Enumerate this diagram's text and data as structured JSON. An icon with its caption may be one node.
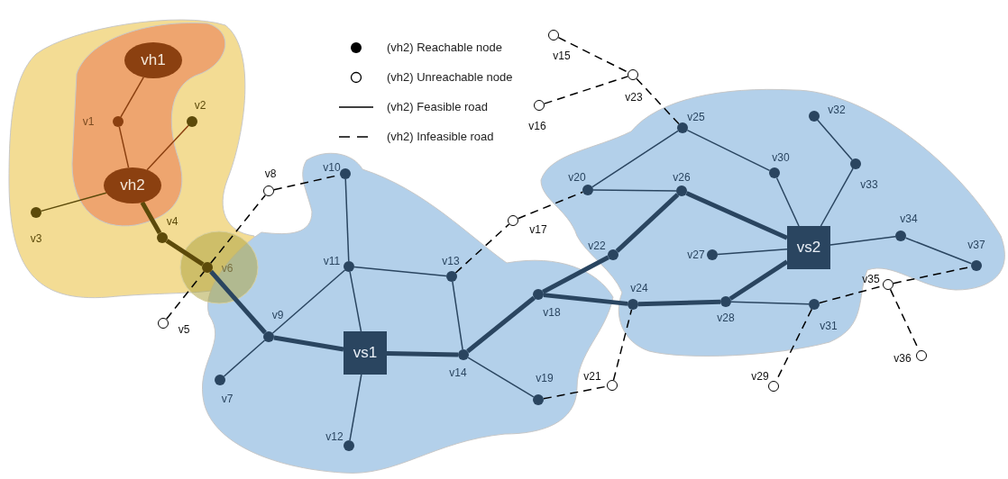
{
  "diagram": {
    "nodes": [
      {
        "text": [
          "vh1"
        ]
      },
      {
        "text": [],
        "shape": "dot",
        "beside": [
          "v1"
        ]
      },
      {
        "text": [],
        "shape": "dot",
        "beside": [
          "v2"
        ]
      },
      {
        "text": [
          "vh2"
        ]
      },
      {
        "text": [],
        "shape": "dot",
        "beside": [
          "v3"
        ]
      },
      {
        "text": [],
        "shape": "dot",
        "beside": [
          "v4"
        ]
      },
      {
        "text": [],
        "shape": "dot",
        "beside": [
          "v6"
        ]
      },
      {
        "text": [],
        "shape": "circle",
        "beside": [
          "v5"
        ]
      },
      {
        "text": [],
        "shape": "circle",
        "beside": [
          "v8"
        ]
      },
      {
        "text": [],
        "shape": "dot",
        "beside": [
          "v10"
        ]
      },
      {
        "text": [],
        "shape": "dot",
        "beside": [
          "v11"
        ]
      },
      {
        "text": [],
        "shape": "dot",
        "beside": [
          "v9"
        ]
      },
      {
        "text": [
          "vs1"
        ]
      },
      {
        "text": [],
        "shape": "dot",
        "beside": [
          "v7"
        ]
      },
      {
        "text": [],
        "shape": "dot",
        "beside": [
          "v12"
        ]
      },
      {
        "text": [],
        "shape": "dot",
        "beside": [
          "v13"
        ]
      },
      {
        "text": [],
        "shape": "dot",
        "beside": [
          "v14"
        ]
      },
      {
        "text": [],
        "shape": "circle",
        "beside": [
          "v17"
        ]
      },
      {
        "text": [],
        "shape": "dot",
        "beside": [
          "v19"
        ]
      },
      {
        "text": [],
        "shape": "circle",
        "beside": [
          "v21"
        ]
      },
      {
        "text": [],
        "shape": "circle",
        "beside": [
          "v15"
        ]
      },
      {
        "text": [],
        "shape": "circle",
        "beside": [
          "v23"
        ]
      },
      {
        "text": [],
        "shape": "circle",
        "beside": [
          "v16"
        ]
      },
      {
        "text": [],
        "shape": "dot",
        "beside": [
          "v25"
        ]
      },
      {
        "text": [],
        "shape": "dot",
        "beside": [
          "v20"
        ]
      },
      {
        "text": [],
        "shape": "dot",
        "beside": [
          "v26"
        ]
      },
      {
        "text": [],
        "shape": "dot",
        "beside": [
          "v22"
        ]
      },
      {
        "text": [],
        "shape": "dot",
        "beside": [
          "v18"
        ]
      },
      {
        "text": [],
        "shape": "dot",
        "beside": [
          "v24"
        ]
      },
      {
        "text": [],
        "shape": "dot",
        "beside": [
          "v28"
        ]
      },
      {
        "text": [],
        "shape": "dot",
        "beside": [
          "v27"
        ]
      },
      {
        "text": [
          "vs2"
        ]
      },
      {
        "text": [],
        "shape": "dot",
        "beside": [
          "v30"
        ]
      },
      {
        "text": [],
        "shape": "dot",
        "beside": [
          "v32"
        ]
      },
      {
        "text": [],
        "shape": "dot",
        "beside": [
          "v33"
        ]
      },
      {
        "text": [],
        "shape": "dot",
        "beside": [
          "v34"
        ]
      },
      {
        "text": [],
        "shape": "dot",
        "beside": [
          "v37"
        ]
      },
      {
        "text": [],
        "shape": "circle",
        "beside": [
          "v35"
        ]
      },
      {
        "text": [],
        "shape": "dot",
        "beside": [
          "v31"
        ]
      },
      {
        "text": [],
        "shape": "circle",
        "beside": [
          "v29"
        ]
      },
      {
        "text": [],
        "shape": "circle",
        "beside": [
          "v36"
        ]
      }
    ],
    "edges": [
      {
        "from": 0,
        "to": 1,
        "arrow": "none",
        "color": "#8b4010"
      },
      {
        "from": 1,
        "to": 3,
        "arrow": "none",
        "color": "#8b4010"
      },
      {
        "from": 3,
        "to": 2,
        "arrow": "none",
        "color": "#8b4010"
      },
      {
        "from": 3,
        "to": 4,
        "arrow": "none",
        "color": "#5c4a0a"
      },
      {
        "from": 3,
        "to": 5,
        "arrow": "none",
        "style": "thick",
        "color": "#5c4a0a"
      },
      {
        "from": 5,
        "to": 6,
        "arrow": "none",
        "style": "thick",
        "color": "#5c4a0a"
      },
      {
        "from": 6,
        "to": 11,
        "arrow": "none",
        "style": "thick"
      },
      {
        "from": 7,
        "to": 6,
        "arrow": "none",
        "style": "dashed",
        "color": "#000000"
      },
      {
        "from": 6,
        "to": 8,
        "arrow": "none",
        "style": "dashed",
        "color": "#000000"
      },
      {
        "from": 8,
        "to": 9,
        "arrow": "none",
        "style": "dashed",
        "color": "#000000"
      },
      {
        "from": 9,
        "to": 10,
        "arrow": "none"
      },
      {
        "from": 10,
        "to": 11,
        "arrow": "none"
      },
      {
        "from": 10,
        "to": 12,
        "arrow": "none"
      },
      {
        "from": 10,
        "to": 15,
        "arrow": "none"
      },
      {
        "from": 11,
        "to": 12,
        "arrow": "none",
        "style": "thick"
      },
      {
        "from": 11,
        "to": 13,
        "arrow": "none"
      },
      {
        "from": 12,
        "to": 14,
        "arrow": "none"
      },
      {
        "from": 12,
        "to": 16,
        "arrow": "none",
        "style": "thick"
      },
      {
        "from": 15,
        "to": 16,
        "arrow": "none"
      },
      {
        "from": 15,
        "to": 17,
        "arrow": "none",
        "style": "dashed",
        "color": "#000000"
      },
      {
        "from": 17,
        "to": 24,
        "arrow": "none",
        "style": "dashed",
        "color": "#000000"
      },
      {
        "from": 16,
        "to": 27,
        "arrow": "none",
        "style": "thick"
      },
      {
        "from": 16,
        "to": 18,
        "arrow": "none"
      },
      {
        "from": 18,
        "to": 19,
        "arrow": "none",
        "style": "dashed",
        "color": "#000000"
      },
      {
        "from": 19,
        "to": 28,
        "arrow": "none",
        "style": "dashed",
        "color": "#000000"
      },
      {
        "from": 20,
        "to": 21,
        "arrow": "none",
        "style": "dashed",
        "color": "#000000"
      },
      {
        "from": 22,
        "to": 21,
        "arrow": "none",
        "style": "dashed",
        "color": "#000000"
      },
      {
        "from": 21,
        "to": 23,
        "arrow": "none",
        "style": "dashed",
        "color": "#000000"
      },
      {
        "from": 23,
        "to": 24,
        "arrow": "none"
      },
      {
        "from": 23,
        "to": 32,
        "arrow": "none"
      },
      {
        "from": 24,
        "to": 25,
        "arrow": "none"
      },
      {
        "from": 27,
        "to": 26,
        "arrow": "none",
        "style": "thick"
      },
      {
        "from": 26,
        "to": 25,
        "arrow": "none",
        "style": "thick"
      },
      {
        "from": 25,
        "to": 31,
        "arrow": "none",
        "style": "thick"
      },
      {
        "from": 27,
        "to": 28,
        "arrow": "none",
        "style": "thick"
      },
      {
        "from": 28,
        "to": 29,
        "arrow": "none",
        "style": "thick"
      },
      {
        "from": 29,
        "to": 31,
        "arrow": "none",
        "style": "thick"
      },
      {
        "from": 29,
        "to": 38,
        "arrow": "none"
      },
      {
        "from": 30,
        "to": 31,
        "arrow": "none"
      },
      {
        "from": 32,
        "to": 31,
        "arrow": "none"
      },
      {
        "from": 33,
        "to": 34,
        "arrow": "none"
      },
      {
        "from": 34,
        "to": 31,
        "arrow": "none"
      },
      {
        "from": 31,
        "to": 35,
        "arrow": "none"
      },
      {
        "from": 35,
        "to": 36,
        "arrow": "none"
      },
      {
        "from": 38,
        "to": 37,
        "arrow": "none",
        "style": "dashed",
        "color": "#000000"
      },
      {
        "from": 37,
        "to": 36,
        "arrow": "none",
        "style": "dashed",
        "color": "#000000"
      },
      {
        "from": 38,
        "to": 39,
        "arrow": "none",
        "style": "dashed",
        "color": "#000000"
      },
      {
        "from": 37,
        "to": 40,
        "arrow": "none",
        "style": "dashed",
        "color": "#000000"
      }
    ],
    "legend": [
      {
        "text": "(vh2) Reachable node"
      },
      {
        "text": "(vh2) Unreachable node"
      },
      {
        "text": "(vh2) Feasible road"
      },
      {
        "text": "(vh2) Infeasible road"
      }
    ]
  }
}
